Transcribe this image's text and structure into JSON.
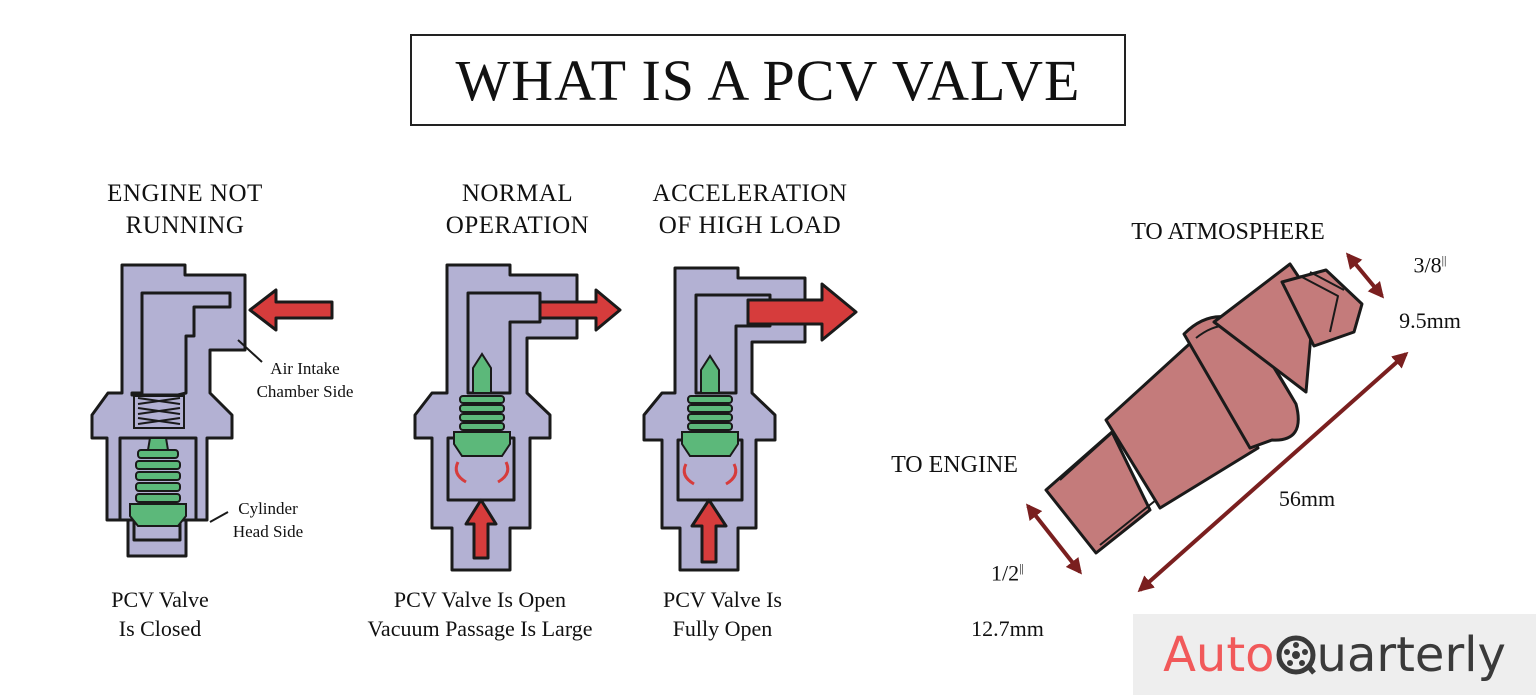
{
  "title": "WHAT IS A PCV VALVE",
  "panels": [
    {
      "heading": "ENGINE NOT\nRUNNING",
      "caption": "PCV Valve\nIs Closed"
    },
    {
      "heading": "NORMAL\nOPERATION",
      "caption": "PCV Valve Is Open\nVacuum Passage Is Large"
    },
    {
      "heading": "ACCELERATION\nOF HIGH LOAD",
      "caption": "PCV Valve Is\nFully Open"
    }
  ],
  "callouts": {
    "air_intake": "Air Intake\nChamber Side",
    "cylinder_head": "Cylinder\nHead Side"
  },
  "valve_dimensions": {
    "to_atmosphere": "TO ATMOSPHERE",
    "to_engine": "TO ENGINE",
    "small_fraction": "3/8",
    "small_metric": "9.5mm",
    "large_fraction": "1/2",
    "large_metric": "12.7mm",
    "length": "56mm",
    "inch_mark": "||"
  },
  "watermark": {
    "part1": "Auto",
    "part2a": "Q",
    "part2b": "uarterly"
  },
  "colors": {
    "body": "#b3b1d3",
    "plunger": "#5cb87a",
    "arrow": "#d63c3c",
    "valve": "#c47b7b",
    "dimension": "#7a1f1f",
    "outline": "#1a1a1a"
  },
  "icons": [
    "wheel-icon"
  ]
}
